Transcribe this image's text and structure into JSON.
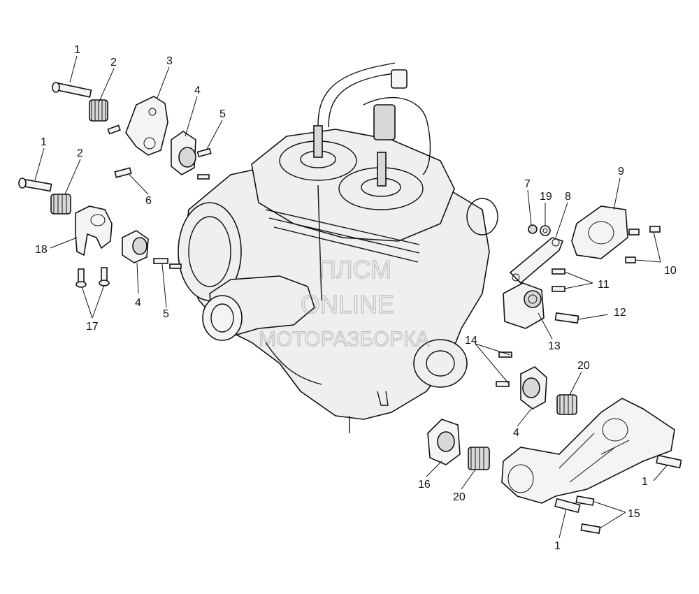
{
  "diagram": {
    "watermark_lines": [
      "ПЛСМ",
      "ONLINE",
      "МОТОРАЗБОРКА"
    ],
    "callouts": [
      "1",
      "2",
      "3",
      "4",
      "5",
      "1",
      "2",
      "6",
      "18",
      "4",
      "5",
      "17",
      "7",
      "19",
      "8",
      "9",
      "10",
      "11",
      "12",
      "13",
      "14",
      "20",
      "4",
      "16",
      "20",
      "1",
      "15",
      "1"
    ]
  }
}
